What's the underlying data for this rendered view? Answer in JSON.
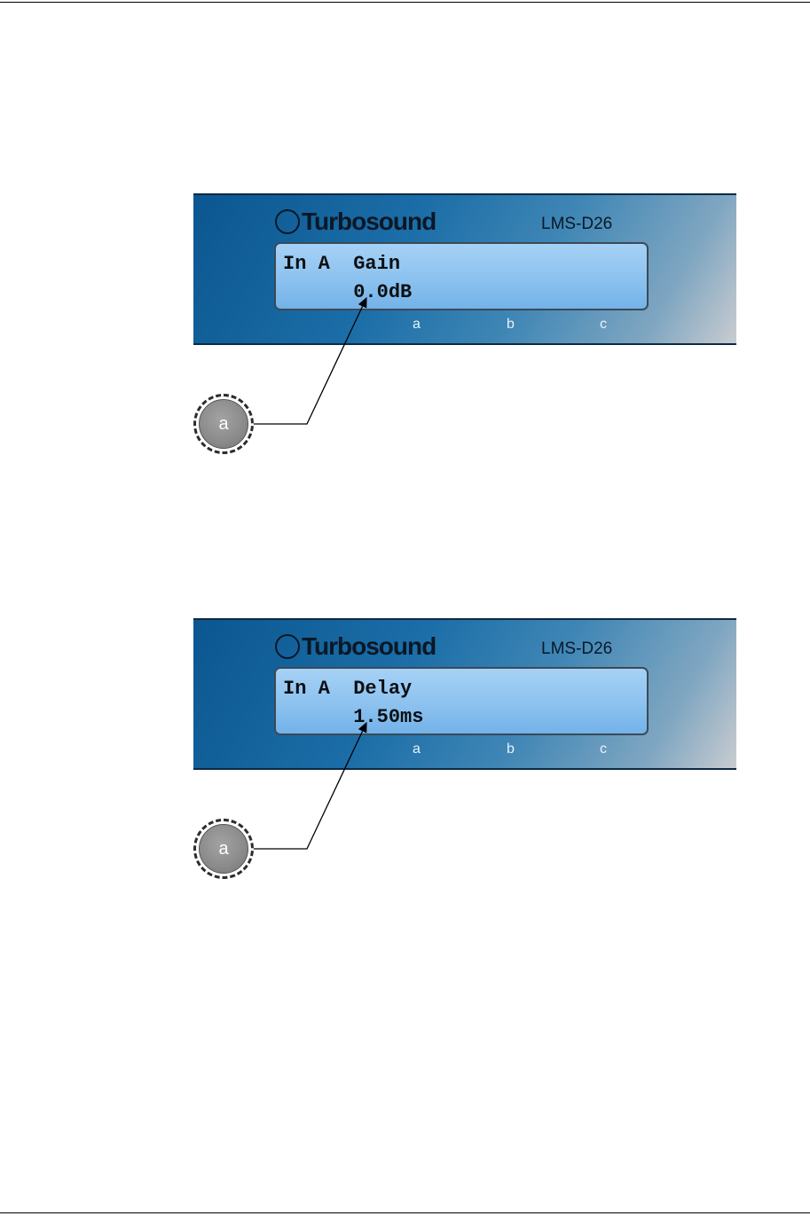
{
  "figures": [
    {
      "brand": "Turbosound",
      "model": "LMS-D26",
      "lcd_line1": "In A  Gain",
      "lcd_line2": "      0.0dB",
      "softkeys": [
        "a",
        "b",
        "c"
      ],
      "knob_label": "a"
    },
    {
      "brand": "Turbosound",
      "model": "LMS-D26",
      "lcd_line1": "In A  Delay",
      "lcd_line2": "      1.50ms",
      "softkeys": [
        "a",
        "b",
        "c"
      ],
      "knob_label": "a"
    }
  ]
}
